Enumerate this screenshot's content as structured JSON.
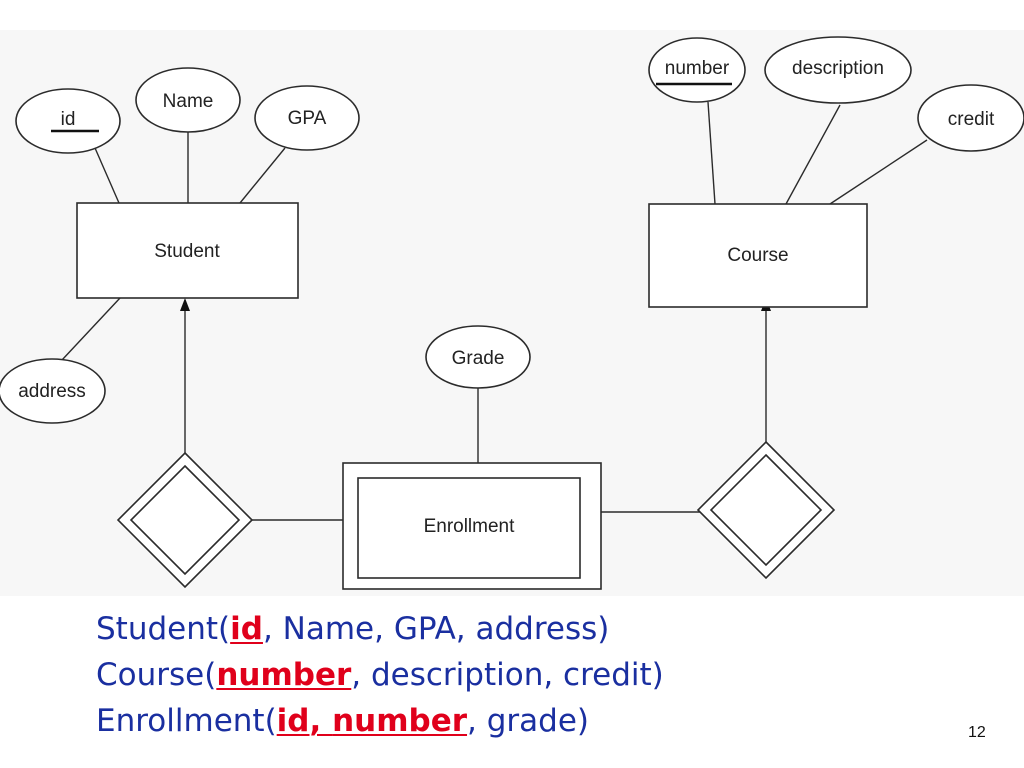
{
  "diagram": {
    "entities": {
      "student": "Student",
      "course": "Course",
      "enrollment": "Enrollment"
    },
    "attributes": {
      "student_id": "id",
      "student_name": "Name",
      "student_gpa": "GPA",
      "student_address": "address",
      "course_number": "number",
      "course_description": "description",
      "course_credit": "credit",
      "enrollment_grade": "Grade"
    }
  },
  "schema": {
    "student": {
      "name": "Student(",
      "key": "id",
      "rest": ", Name, GPA, address)"
    },
    "course": {
      "name": "Course(",
      "key": "number",
      "rest": ", description, credit)"
    },
    "enrollment": {
      "name": "Enrollment(",
      "key1": "id",
      "sep": ", ",
      "key2": "number",
      "rest": ", grade)"
    }
  },
  "page_number": "12"
}
